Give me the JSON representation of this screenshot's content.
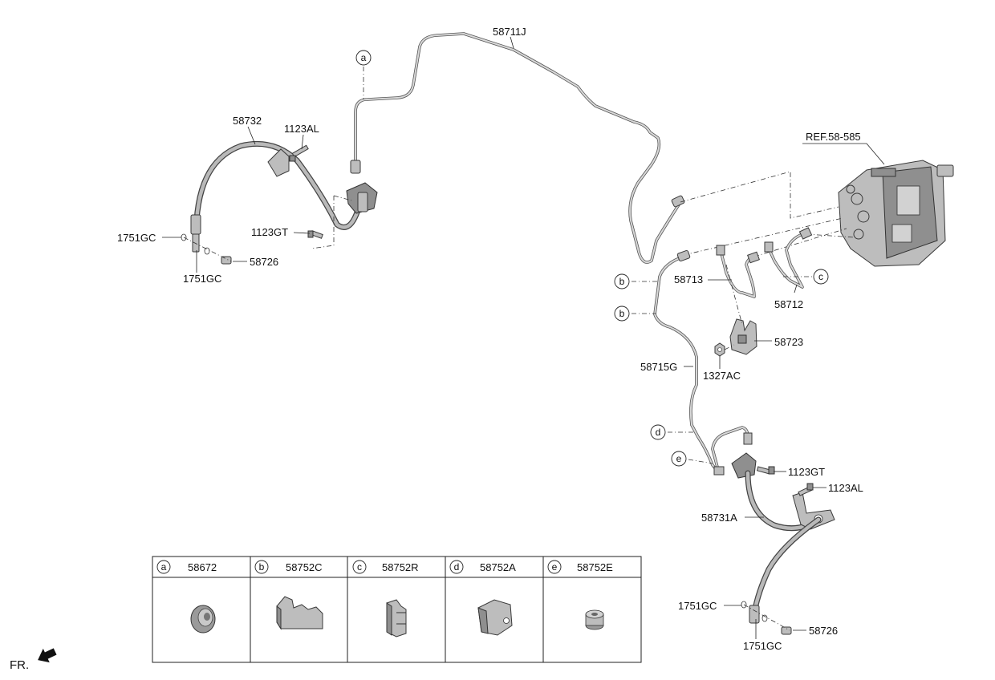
{
  "callouts": {
    "p58711J": "58711J",
    "p58732": "58732",
    "p1123AL_top": "1123AL",
    "p1123GT_top": "1123GT",
    "p1751GC_top_left": "1751GC",
    "p1751GC_top_bottom": "1751GC",
    "p58726_top": "58726",
    "ref": "REF.58-585",
    "p58713": "58713",
    "p58712": "58712",
    "p58723": "58723",
    "p1327AC": "1327AC",
    "p58715G": "58715G",
    "p1123GT_bottom": "1123GT",
    "p1123AL_bottom": "1123AL",
    "p58731A": "58731A",
    "p1751GC_bottom_left": "1751GC",
    "p1751GC_bottom_bottom": "1751GC",
    "p58726_bottom": "58726"
  },
  "markers": {
    "a": "a",
    "b1": "b",
    "b2": "b",
    "c": "c",
    "d": "d",
    "e": "e"
  },
  "legend": [
    {
      "letter": "a",
      "part": "58672"
    },
    {
      "letter": "b",
      "part": "58752C"
    },
    {
      "letter": "c",
      "part": "58752R"
    },
    {
      "letter": "d",
      "part": "58752A"
    },
    {
      "letter": "e",
      "part": "58752E"
    }
  ],
  "direction": {
    "label": "FR."
  }
}
